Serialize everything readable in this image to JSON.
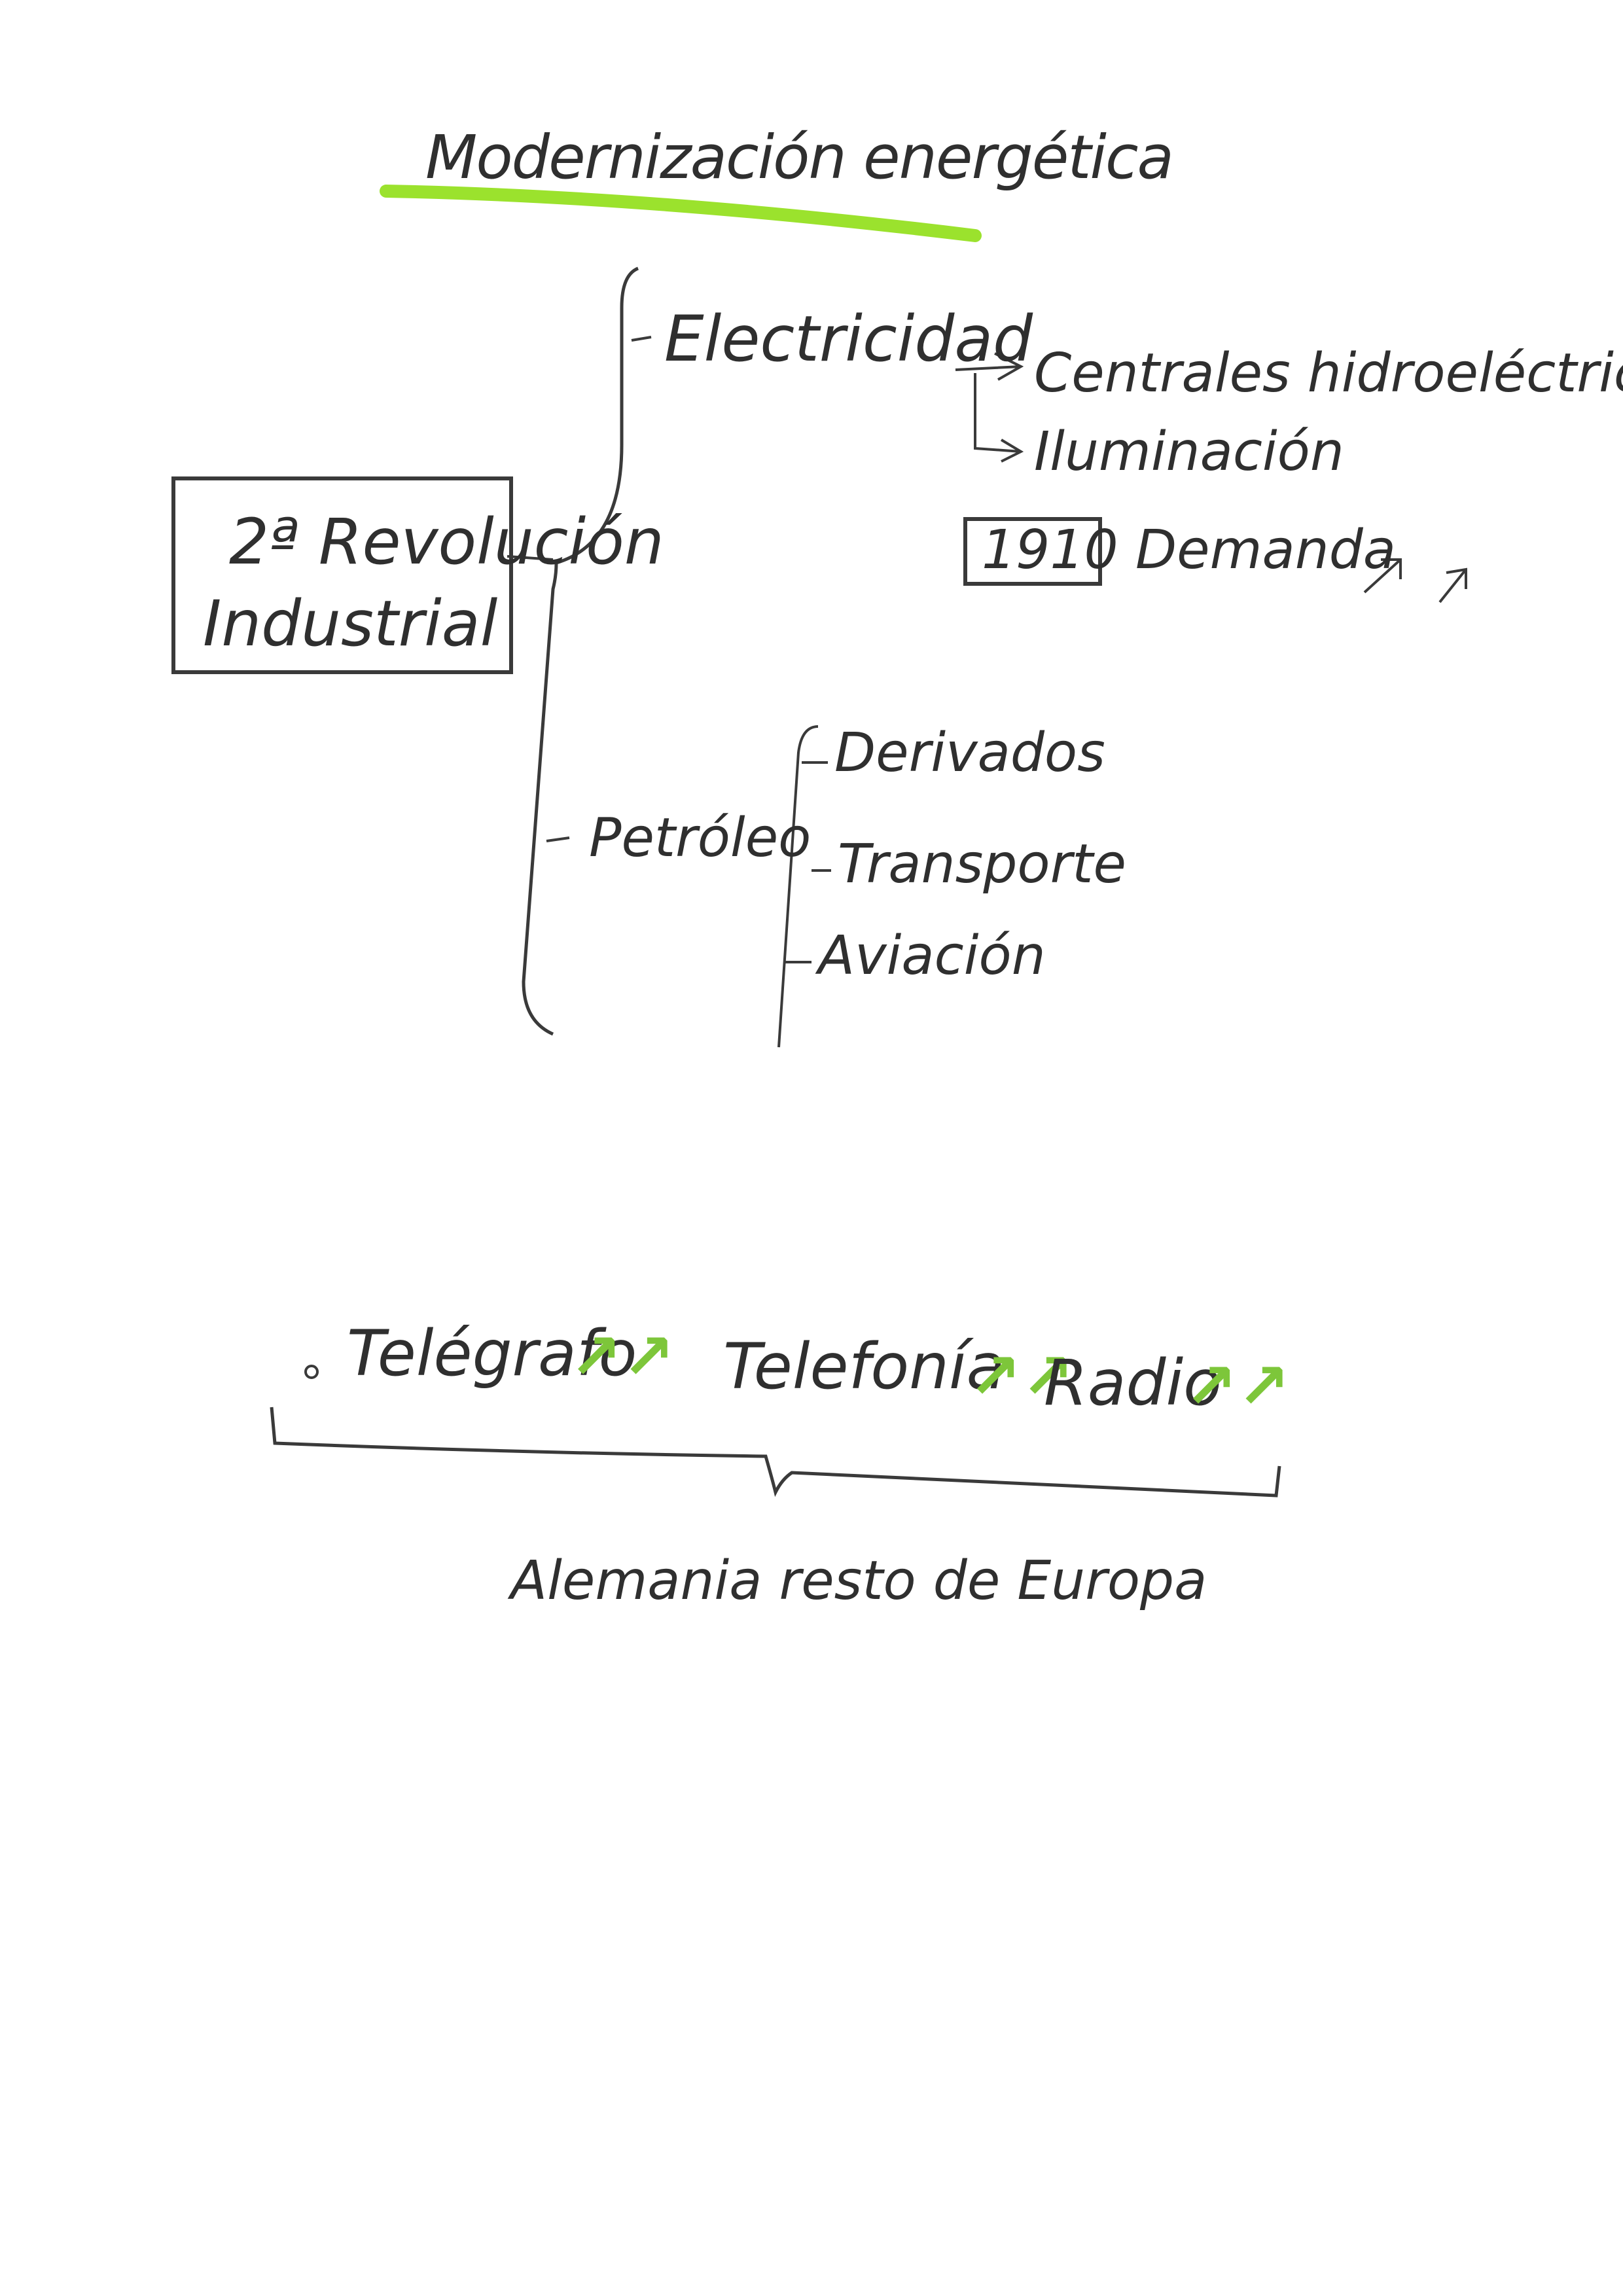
{
  "title": "Modernización energética",
  "central_box": {
    "line1": "2ª Revolución",
    "line2": "Industrial"
  },
  "branches": {
    "electricity": {
      "label": "Electricidad",
      "items": [
        "Centrales hidroeléctricas",
        "Iluminación"
      ]
    },
    "year_box": "1910",
    "demand": "Demanda",
    "petroleum": {
      "label": "Petróleo",
      "items": [
        "Derivados",
        "Transporte",
        "Aviación"
      ]
    }
  },
  "communications": {
    "telegraph": "Telégrafo",
    "telephony": "Telefonía",
    "radio": "Radio",
    "up_arrows": "↗↗"
  },
  "summary": "Alemania resto de Europa",
  "colors": {
    "ink": "#2f2f2f",
    "highlighter": "#9be22d",
    "green_arrows": "#7dc63a"
  }
}
